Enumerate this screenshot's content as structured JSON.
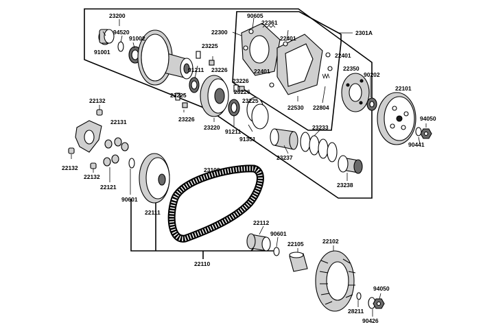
{
  "labels": {
    "l23200": "23200",
    "l94520": "94520",
    "l91002": "91002",
    "l91001": "91001",
    "l23225a": "23225",
    "l91211a": "91211",
    "l23226a": "23226",
    "l23226b": "23226",
    "l23225b": "23225",
    "l23226c": "23226",
    "l23225c": "23225",
    "l23226d": "23226",
    "l23220": "23220",
    "l91211b": "91211",
    "l91351": "91351",
    "l22300": "22300",
    "l90605": "90605",
    "l22361": "22361",
    "l22401a": "22401",
    "l22401b": "22401",
    "l22401c": "22401",
    "l22350": "22350",
    "l90202": "90202",
    "l22530": "22530",
    "l22804": "22804",
    "l2301A": "2301A",
    "l22101": "22101",
    "l94050a": "94050",
    "l90441": "90441",
    "l23233": "23233",
    "l23237": "23237",
    "l23238": "23238",
    "l22132a": "22132",
    "l22131": "22131",
    "l22132b": "22132",
    "l22132c": "22132",
    "l22121": "22121",
    "l23100": "23100",
    "l90601a": "90601",
    "l22111": "22111",
    "l22112": "22112",
    "l90601b": "90601",
    "l22105": "22105",
    "l22102": "22102",
    "l22110": "22110",
    "l94050b": "94050",
    "l28211": "28211",
    "l90426": "90426"
  },
  "colors": {
    "line": "#000000",
    "part_fill": "#ffffff",
    "part_shade": "#cfcfcf",
    "part_dark": "#6a6a6a"
  }
}
